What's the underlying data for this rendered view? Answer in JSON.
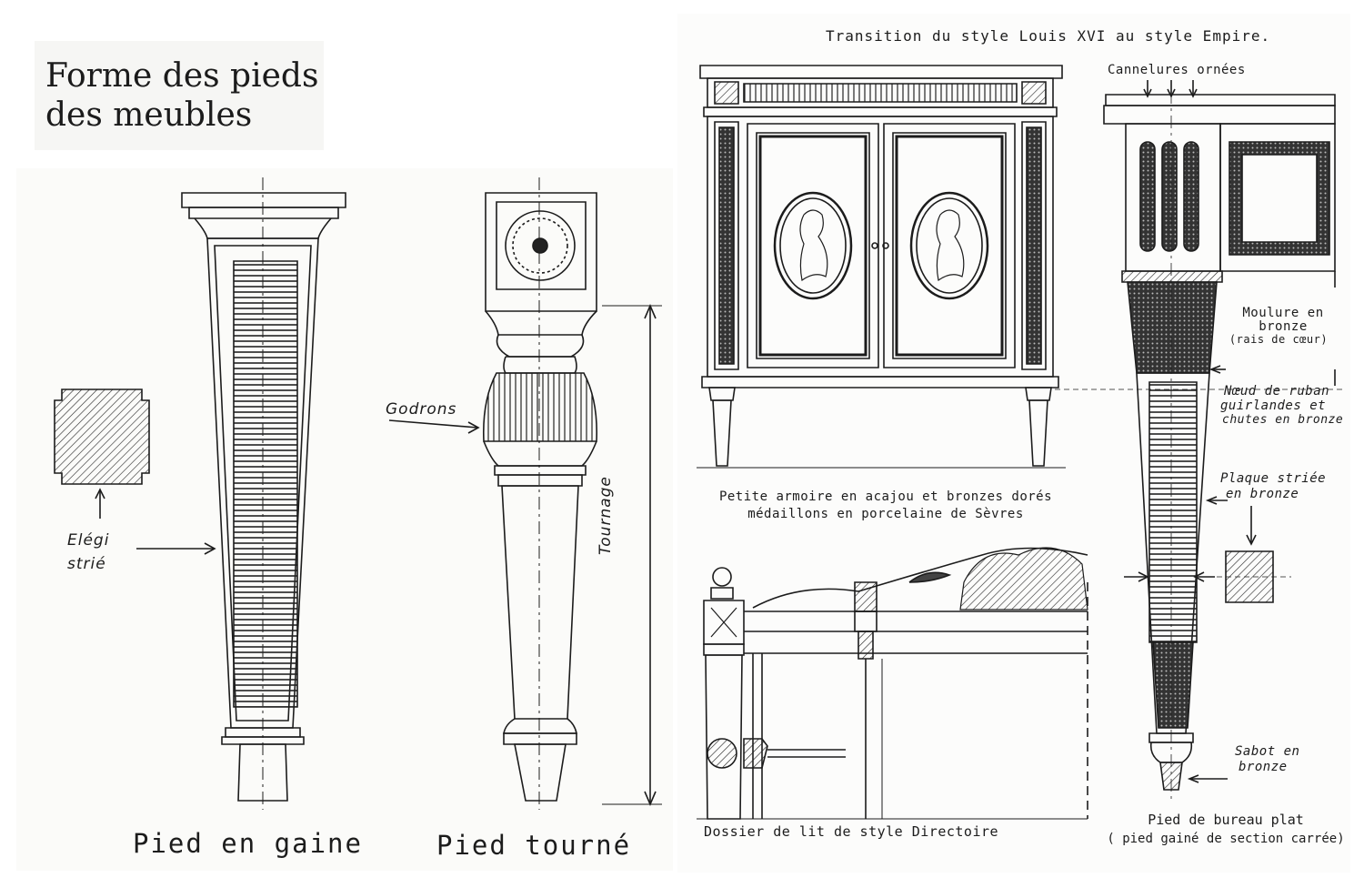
{
  "title": "Forme des pieds\ndes meubles",
  "right_title": "Transition du style Louis XVI au style Empire.",
  "labels": {
    "elegi_line1": "Elégi",
    "elegi_line2": "strié",
    "godrons": "Godrons",
    "tournage": "Tournage",
    "pied_en_gaine": "Pied en gaine",
    "pied_tourne": "Pied tourné",
    "cannelures": "Cannelures ornées",
    "armoire_line1": "Petite armoire en acajou et bronzes dorés",
    "armoire_line2": "médaillons en porcelaine de Sèvres",
    "moulure_line1": "Moulure en",
    "moulure_line2": "bronze",
    "moulure_line3": "(rais de cœur)",
    "noeud_line1": "Nœud de ruban",
    "noeud_line2": "guirlandes et",
    "noeud_line3": "chutes en bronze",
    "plaque_line1": "Plaque striée",
    "plaque_line2": "en bronze",
    "sabot_line1": "Sabot en",
    "sabot_line2": "bronze",
    "dossier": "Dossier de lit de style Directoire",
    "bureau_line1": "Pied de bureau plat",
    "bureau_line2": "( pied gainé de section carrée)"
  },
  "colors": {
    "ink": "#1c1c1c",
    "paper": "#fbfbf9"
  }
}
